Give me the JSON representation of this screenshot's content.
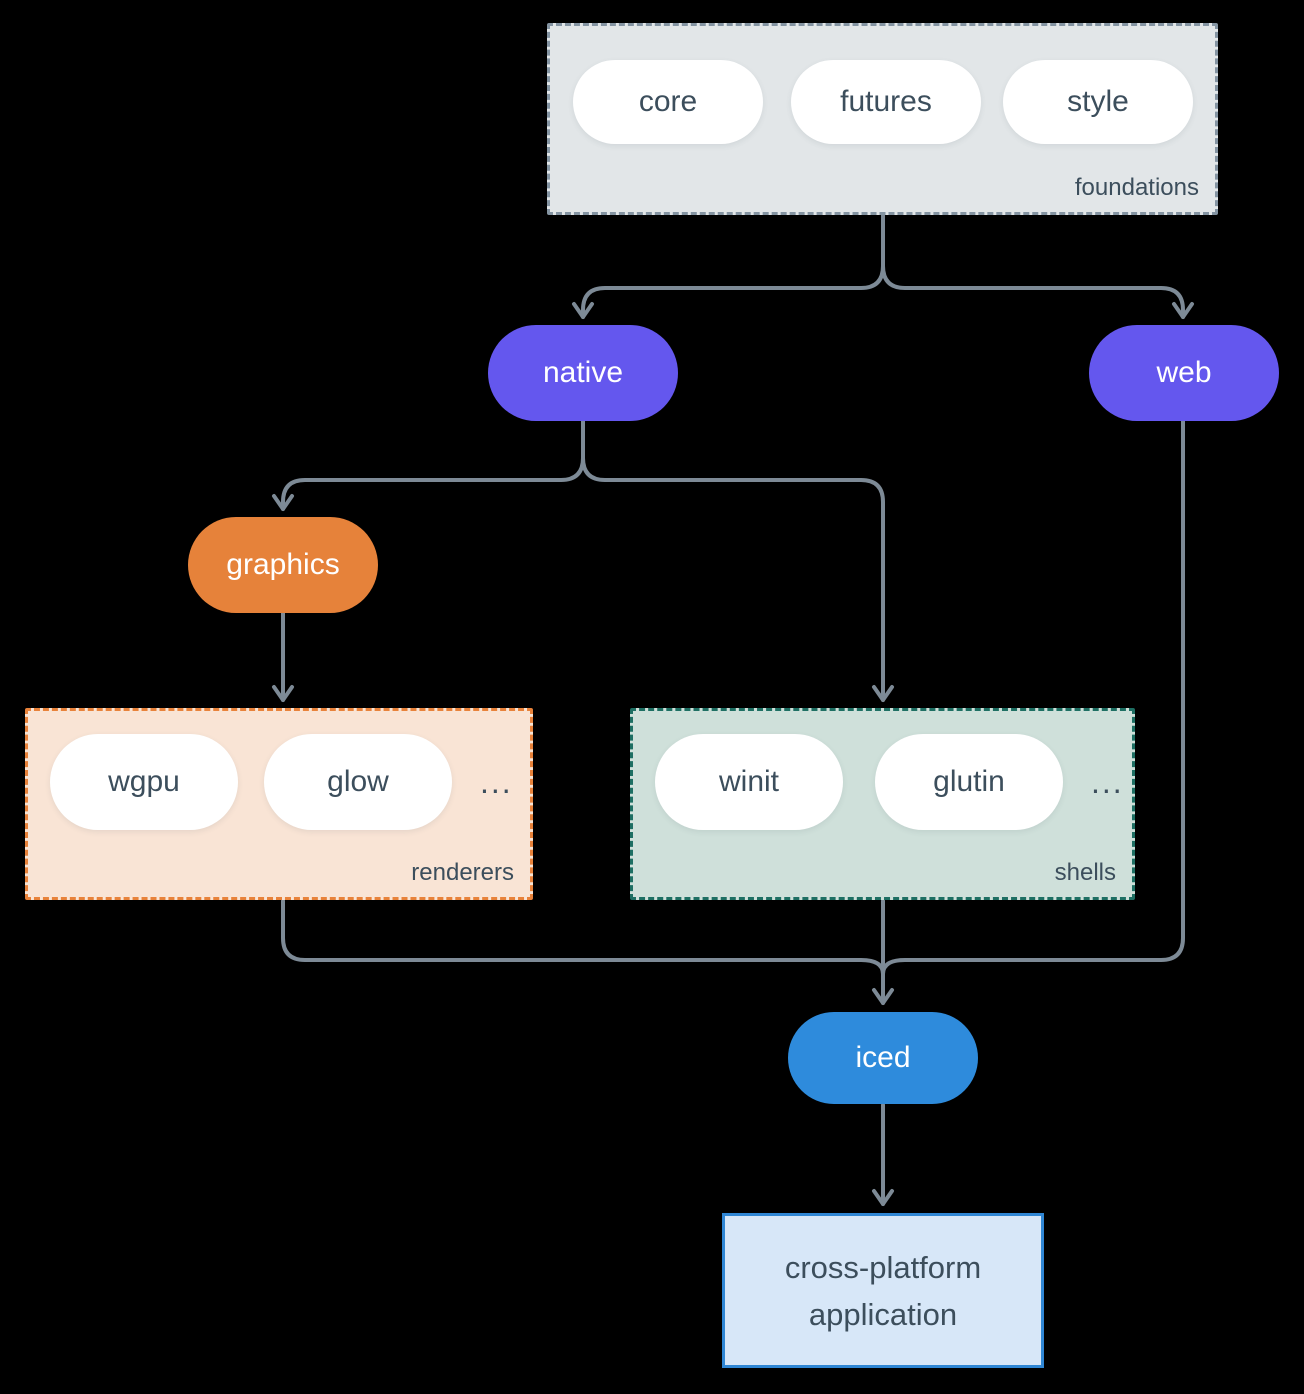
{
  "colors": {
    "background": "#000000",
    "connector": "#7d8a96",
    "pill_text_dark": "#3c4e5c",
    "pill_text_light": "#ffffff",
    "white_pill": "#ffffff",
    "purple": "#6457ee",
    "orange": "#e6823a",
    "blue": "#2e8bdc",
    "foundations_fill": "#e2e6e8",
    "foundations_border": "#8494a2",
    "renderers_fill": "#f9e4d5",
    "renderers_border": "#e8823a",
    "shells_fill": "#cfe0da",
    "shells_border": "#1e6f63",
    "app_fill": "#d7e7f8",
    "app_border": "#2f86d4"
  },
  "groups": {
    "foundations": {
      "label": "foundations",
      "pills": [
        "core",
        "futures",
        "style"
      ]
    },
    "renderers": {
      "label": "renderers",
      "pills": [
        "wgpu",
        "glow"
      ],
      "ellipsis": "..."
    },
    "shells": {
      "label": "shells",
      "pills": [
        "winit",
        "glutin"
      ],
      "ellipsis": "..."
    }
  },
  "nodes": {
    "native": {
      "label": "native"
    },
    "web": {
      "label": "web"
    },
    "graphics": {
      "label": "graphics"
    },
    "iced": {
      "label": "iced"
    },
    "application": {
      "line1": "cross-platform",
      "line2": "application"
    }
  }
}
